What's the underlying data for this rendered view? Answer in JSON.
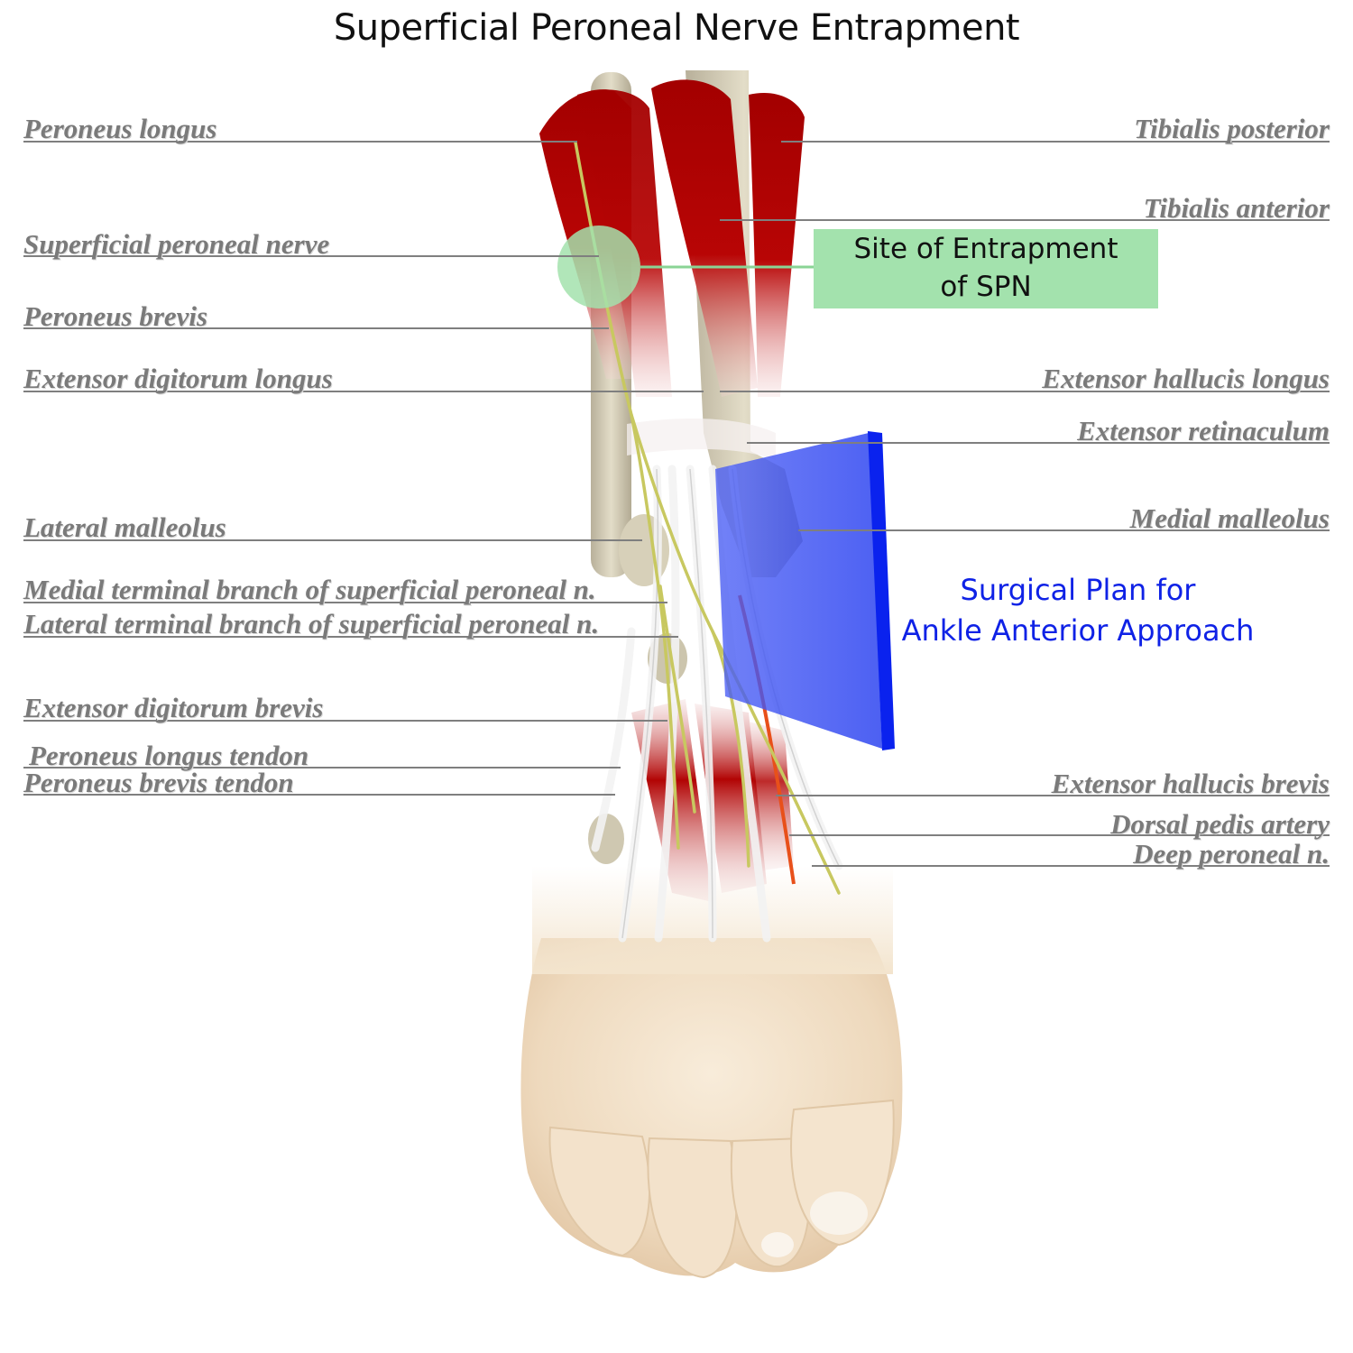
{
  "title": "Superficial Peroneal Nerve Entrapment",
  "labels_left": [
    {
      "id": "peroneus-longus",
      "text": "Peroneus longus"
    },
    {
      "id": "superficial-peroneal-nerve",
      "text": "Superficial peroneal nerve"
    },
    {
      "id": "peroneus-brevis",
      "text": "Peroneus brevis"
    },
    {
      "id": "extensor-digitorum-longus",
      "text": "Extensor digitorum longus"
    },
    {
      "id": "lateral-malleolus",
      "text": "Lateral malleolus"
    },
    {
      "id": "medial-terminal-branch",
      "text": "Medial terminal branch of superficial peroneal n."
    },
    {
      "id": "lateral-terminal-branch",
      "text": "Lateral terminal branch of superficial peroneal n."
    },
    {
      "id": "extensor-digitorum-brevis",
      "text": "Extensor digitorum brevis"
    },
    {
      "id": "peroneus-longus-tendon",
      "text": "Peroneus longus tendon"
    },
    {
      "id": "peroneus-brevis-tendon",
      "text": "Peroneus brevis tendon"
    }
  ],
  "labels_right": [
    {
      "id": "tibialis-posterior",
      "text": "Tibialis posterior"
    },
    {
      "id": "tibialis-anterior",
      "text": "Tibialis anterior"
    },
    {
      "id": "extensor-hallucis-longus",
      "text": "Extensor hallucis longus"
    },
    {
      "id": "extensor-retinaculum",
      "text": "Extensor retinaculum"
    },
    {
      "id": "medial-malleolus",
      "text": "Medial malleolus"
    },
    {
      "id": "extensor-hallucis-brevis",
      "text": "Extensor hallucis brevis"
    },
    {
      "id": "dorsal-pedis-artery",
      "text": "Dorsal pedis artery"
    },
    {
      "id": "deep-peroneal-n",
      "text": "Deep peroneal n."
    }
  ],
  "callouts": {
    "entrapment": {
      "line1": "Site of Entrapment",
      "line2": "of SPN"
    },
    "surgical": {
      "line1": "Surgical Plan for",
      "line2": "Ankle Anterior Approach"
    }
  },
  "colors": {
    "muscle": "#b00000",
    "nerve": "#c8c860",
    "skin": "#f1dfc6",
    "bone": "#d8d2bc",
    "entrapment_zone": "#a3e2ad",
    "surgical_plane": "#1a2ef0",
    "leader_line": "#7f7f7f"
  }
}
